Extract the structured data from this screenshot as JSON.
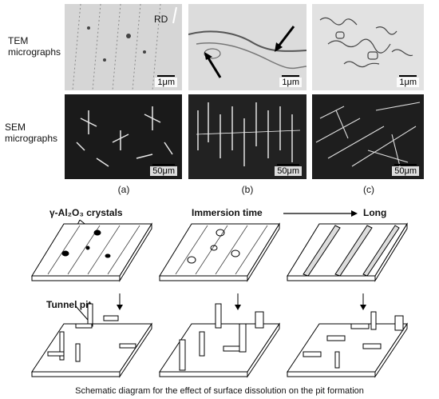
{
  "rows": {
    "tem_label": "TEM\nmicrographs",
    "sem_label": "SEM\nmicrographs"
  },
  "tem_panels": [
    {
      "scale": "1μm",
      "annotation": "RD"
    },
    {
      "scale": "1μm",
      "annotation": ""
    },
    {
      "scale": "1μm",
      "annotation": ""
    }
  ],
  "sem_panels": [
    {
      "scale": "50μm"
    },
    {
      "scale": "50μm"
    },
    {
      "scale": "50μm"
    }
  ],
  "subfigure_labels": [
    "(a)",
    "(b)",
    "(c)"
  ],
  "schematic": {
    "crystals_label": "γ-Al₂O₃ crystals",
    "immersion_label": "Immersion time",
    "long_label": "Long",
    "tunnel_label": "Tunnel pit",
    "caption": "Schematic diagram for the effect of surface dissolution on the pit formation"
  }
}
